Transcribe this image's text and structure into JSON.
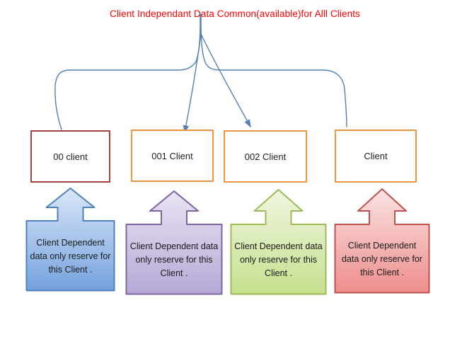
{
  "title": {
    "text": "Client Independant Data Common(available)for Alll Clients",
    "color": "#ff0000"
  },
  "connector_color": "#537FB5",
  "clients": [
    {
      "label": "00 client",
      "border_color": "#A43F3B"
    },
    {
      "label": "001 Client",
      "border_color": "#F0953F"
    },
    {
      "label": "002 Client",
      "border_color": "#F0953F"
    },
    {
      "label": "Client",
      "border_color": "#F0953F"
    }
  ],
  "callouts": [
    {
      "text": "Client Dependent data only reserve for this Client .",
      "border_color": "#4F81BD",
      "fill_top": "#D9E6F8",
      "fill_bottom": "#74A2DD"
    },
    {
      "text": "Client Dependent data only reserve for this Client .",
      "border_color": "#8064A2",
      "fill_top": "#E9E4F4",
      "fill_bottom": "#B5A8D5"
    },
    {
      "text": "Client Dependent data only reserve for this Client .",
      "border_color": "#9BBB59",
      "fill_top": "#EFF6E0",
      "fill_bottom": "#C6E08E"
    },
    {
      "text": "Client Dependent data only reserve for this Client .",
      "border_color": "#C0504D",
      "fill_top": "#F9E3E2",
      "fill_bottom": "#EE8E8D"
    }
  ]
}
